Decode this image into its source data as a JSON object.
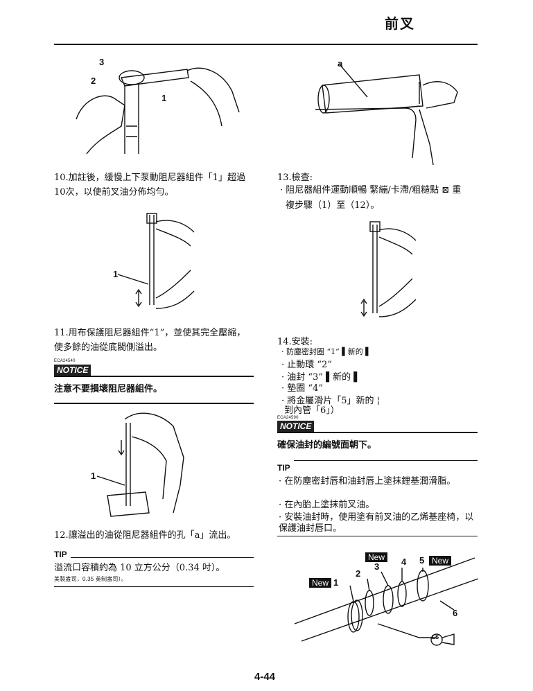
{
  "header": {
    "title": "前叉"
  },
  "step10": {
    "text": "10.加註後，緩慢上下泵動阻尼器組件「1」超過10次，以使前叉油分佈均勻。"
  },
  "step11": {
    "text": "11.用布保護阻尼器組件“1”，並使其完全壓縮，使多餘的油從底閥側溢出。"
  },
  "notice1": {
    "code": "ECA24540",
    "label": "NOTICE",
    "text": "注意不要損壞阻尼器組件。"
  },
  "step12": {
    "text": "12.讓溢出的油從阻尼器組件的孔「a」流出。"
  },
  "tip1": {
    "label": "TIP",
    "line1": "溢流口容積約為 10 立方公分（0.34 吋）。",
    "line2": "美製盎司，0.35 英制盎司）。"
  },
  "step13": {
    "head": "13.檢查:",
    "line1": "· 阻尼器組件運動順暢 緊繃/卡滯/粗糙點 ⊠ 重",
    "line2": "複步驟（1）至（12）。"
  },
  "step14": {
    "head": "14.安裝:",
    "items": [
      "· 防塵密封圈 “1” ▌新的 ▌",
      "· 止動環 “2”",
      "· 油封 “3” ▌新的 ▌",
      "· 墊圈 “4”",
      "· 將金屬滑片「5」新的 ¦",
      "到內管「6」）"
    ]
  },
  "notice2": {
    "code": "ECA24590",
    "label": "NOTICE",
    "text": "確保油封的編號面朝下。"
  },
  "tip2": {
    "label": "TIP",
    "lines": [
      "· 在防塵密封唇和油封唇上塗抹鋰基潤滑脂。",
      "· 在內胎上塗抹前叉油。",
      "· 安裝油封時，使用塗有前叉油的乙烯基座椅，以",
      "保護油封唇口。"
    ]
  },
  "labels": {
    "fig1": [
      "3",
      "2",
      "1"
    ],
    "fig2": [
      "a"
    ],
    "fig3": [
      "1"
    ],
    "fig5": [
      "1"
    ],
    "fig6": [
      "New",
      "New",
      "New",
      "1",
      "2",
      "3",
      "4",
      "5",
      "6",
      "LS"
    ]
  },
  "footer": {
    "page": "4-44"
  }
}
